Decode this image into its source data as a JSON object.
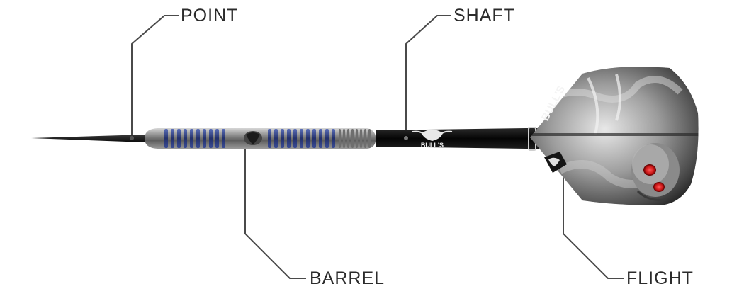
{
  "labels": {
    "point": "POINT",
    "shaft": "SHAFT",
    "barrel": "BARREL",
    "flight": "FLIGHT"
  },
  "logos": {
    "shaft_logo": "BULL'S",
    "flight_logo": "BULL'S"
  },
  "colors": {
    "leader_line": "#4a4a4a",
    "label_text": "#2b2b2b",
    "barrel_grip": "#2f3f7a",
    "shaft": "#0d0d0d",
    "flight_eyes": "#d11a1a"
  }
}
